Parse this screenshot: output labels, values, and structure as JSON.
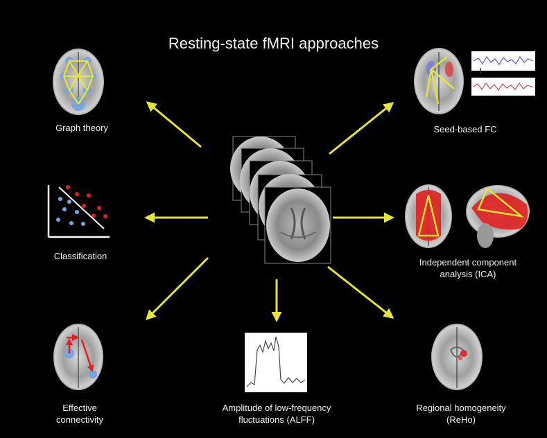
{
  "title": "Resting-state fMRI approaches",
  "methods": {
    "graph_theory": "Graph theory",
    "seed_based_fc": "Seed-based FC",
    "classification": "Classification",
    "ica_line1": "Independent component",
    "ica_line2": "analysis (ICA)",
    "effective_line1": "Effective",
    "effective_line2": "connectivity",
    "alff_line1": "Amplitude of low-frequency",
    "alff_line2": "fluctuations (ALFF)",
    "reho_line1": "Regional homogeneity",
    "reho_line2": "(ReHo)"
  },
  "colors": {
    "arrow": "#e6e632",
    "background": "#000000",
    "activation_red": "#e02020",
    "node_blue": "#7aa3e0"
  }
}
